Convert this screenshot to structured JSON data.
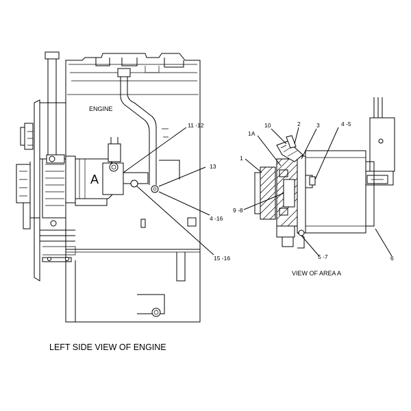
{
  "labels": {
    "engine": "ENGINE",
    "area_a": "A",
    "callout_11_12": "11 -12",
    "callout_13": "13",
    "callout_4_16": "4 -16",
    "callout_15_16": "15 -16",
    "detail_1a": "1A",
    "detail_10": "10",
    "detail_2": "2",
    "detail_3": "3",
    "detail_4_5": "4 -5",
    "detail_1": "1",
    "detail_9_8": "9 -8",
    "detail_5_7": "5 -7",
    "detail_6": "6"
  },
  "captions": {
    "view_of_area_a": "VIEW OF AREA A",
    "left_side_view": "LEFT SIDE VIEW OF ENGINE"
  }
}
